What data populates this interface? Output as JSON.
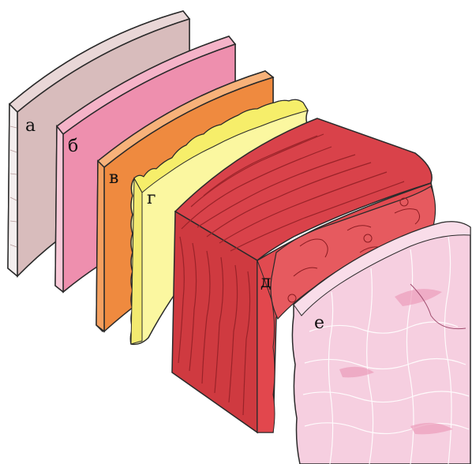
{
  "labels": {
    "a": "а",
    "b": "б",
    "v": "в",
    "g": "г",
    "d": "д",
    "e": "е"
  },
  "colors": {
    "layer_a": "#d8bcbc",
    "layer_b": "#ee8fae",
    "layer_v": "#ef8a3f",
    "layer_g": "#fbf7a0",
    "muscle": "#e0464c",
    "muscle_dark": "#b6292f",
    "mucosa": "#f6cfe0",
    "outline": "#2a2a2a"
  }
}
